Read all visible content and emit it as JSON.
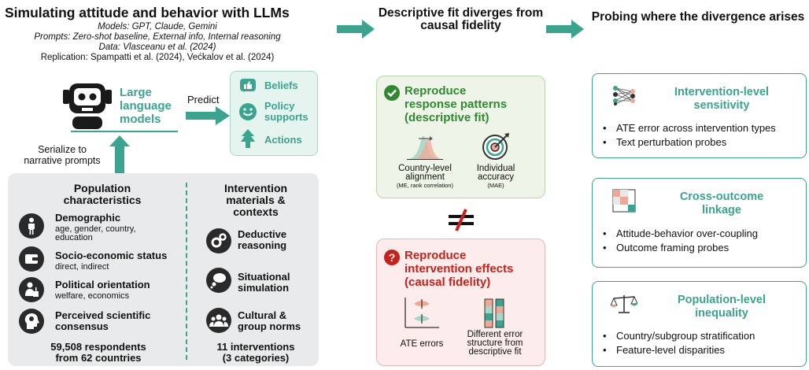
{
  "header": {
    "title": "Simulating attitude and behavior with LLMs",
    "models": "Models: GPT, Claude, Gemini",
    "prompts": "Prompts: Zero-shot baseline, External info, Internal reasoning",
    "data": "Data: Vlasceanu et al. (2024)",
    "replication": "Replication: Spampatti et al. (2024), Većkalov et al. (2024)"
  },
  "middle_title": "Descriptive fit diverges from causal fidelity",
  "right_title": "Probing where the divergence arises",
  "llm": {
    "label_line1": "Large",
    "label_line2": "language",
    "label_line3": "models",
    "predict": "Predict",
    "serialize_line1": "Serialize to",
    "serialize_line2": "narrative prompts"
  },
  "outputs": [
    "Beliefs",
    "Policy supports",
    "Actions"
  ],
  "population": {
    "heading_line1": "Population",
    "heading_line2": "characteristics",
    "items": [
      {
        "title": "Demographic",
        "sub_line1": "age, gender, country,",
        "sub_line2": "education"
      },
      {
        "title": "Socio-economic status",
        "sub_line1": "direct, indirect",
        "sub_line2": ""
      },
      {
        "title": "Political orientation",
        "sub_line1": "welfare, economics",
        "sub_line2": ""
      },
      {
        "title_line1": "Perceived scientific",
        "title_line2": "consensus"
      }
    ],
    "footer_line1": "59,508 respondents",
    "footer_line2": "from 62 countries"
  },
  "interventions": {
    "heading_line1": "Intervention",
    "heading_line2": "materials &",
    "heading_line3": "contexts",
    "items": [
      {
        "line1": "Deductive",
        "line2": "reasoning"
      },
      {
        "line1": "Situational",
        "line2": "simulation"
      },
      {
        "line1": "Cultural &",
        "line2": "group norms"
      }
    ],
    "footer_line1": "11 interventions",
    "footer_line2": "(3 categories)"
  },
  "fit_box": {
    "title_line1": "Reproduce",
    "title_line2": "response patterns",
    "title_line3": "(descriptive fit)",
    "left_caption_line1": "Country-level",
    "left_caption_line2": "alignment",
    "left_note": "(ME, rank correlation)",
    "right_caption_line1": "Individual",
    "right_caption_line2": "accuracy",
    "right_note": "(MAE)"
  },
  "causal_box": {
    "title_line1": "Reproduce",
    "title_line2": "intervention effects",
    "title_line3": "(causal fidelity)",
    "left_caption": "ATE errors",
    "right_caption_line1": "Different error",
    "right_caption_line2": "structure from",
    "right_caption_line3": "descriptive fit"
  },
  "cards": [
    {
      "title_line1": "Intervention-level",
      "title_line2": "sensitivity",
      "bullets": [
        "ATE error across intervention types",
        "Text perturbation probes"
      ]
    },
    {
      "title_line1": "Cross-outcome",
      "title_line2": "linkage",
      "bullets": [
        "Attitude-behavior over-coupling",
        "Outcome framing probes"
      ]
    },
    {
      "title_line1": "Population-level",
      "title_line2": "inequality",
      "bullets": [
        "Country/subgroup stratification",
        "Feature-level disparities"
      ]
    }
  ],
  "colors": {
    "teal": "#3aa48f",
    "green": "#2f8a2f",
    "red": "#c8201a",
    "panel_gray": "#e9eaeb"
  }
}
